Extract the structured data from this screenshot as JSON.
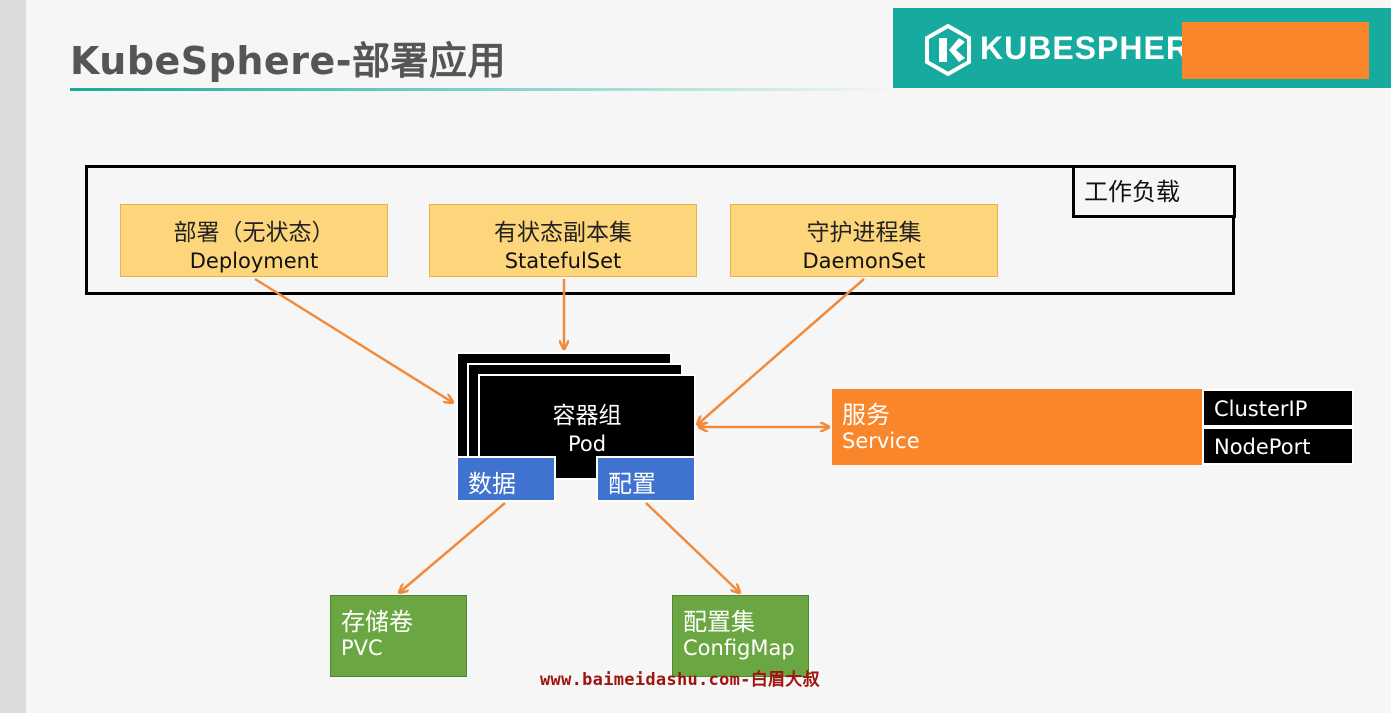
{
  "title": "KubeSphere-部署应用",
  "logo": {
    "text": "KUBESPHERE",
    "icon": "kubesphere-logo-icon",
    "bar_color": "#17aa9e",
    "accent_color": "#f9862b"
  },
  "workload": {
    "label": "工作负载"
  },
  "workload_types": [
    {
      "cn": "部署（无状态）",
      "en": "Deployment"
    },
    {
      "cn": "有状态副本集",
      "en": "StatefulSet"
    },
    {
      "cn": "守护进程集",
      "en": "DaemonSet"
    }
  ],
  "pod": {
    "cn": "容器组",
    "en": "Pod"
  },
  "pod_parts": {
    "data": "数据",
    "config": "配置"
  },
  "service": {
    "cn": "服务",
    "en": "Service",
    "types": [
      "ClusterIP",
      "NodePort"
    ]
  },
  "storage": {
    "cn": "存储卷",
    "en": "PVC"
  },
  "configmap": {
    "cn": "配置集",
    "en": "ConfigMap"
  },
  "watermark": "www.baimeidashu.com-白眉大叔",
  "colors": {
    "yellow": "#fdd57b",
    "blue": "#3f73cf",
    "orange": "#f9862b",
    "green": "#6aa742",
    "arrow": "#f08a3c"
  }
}
